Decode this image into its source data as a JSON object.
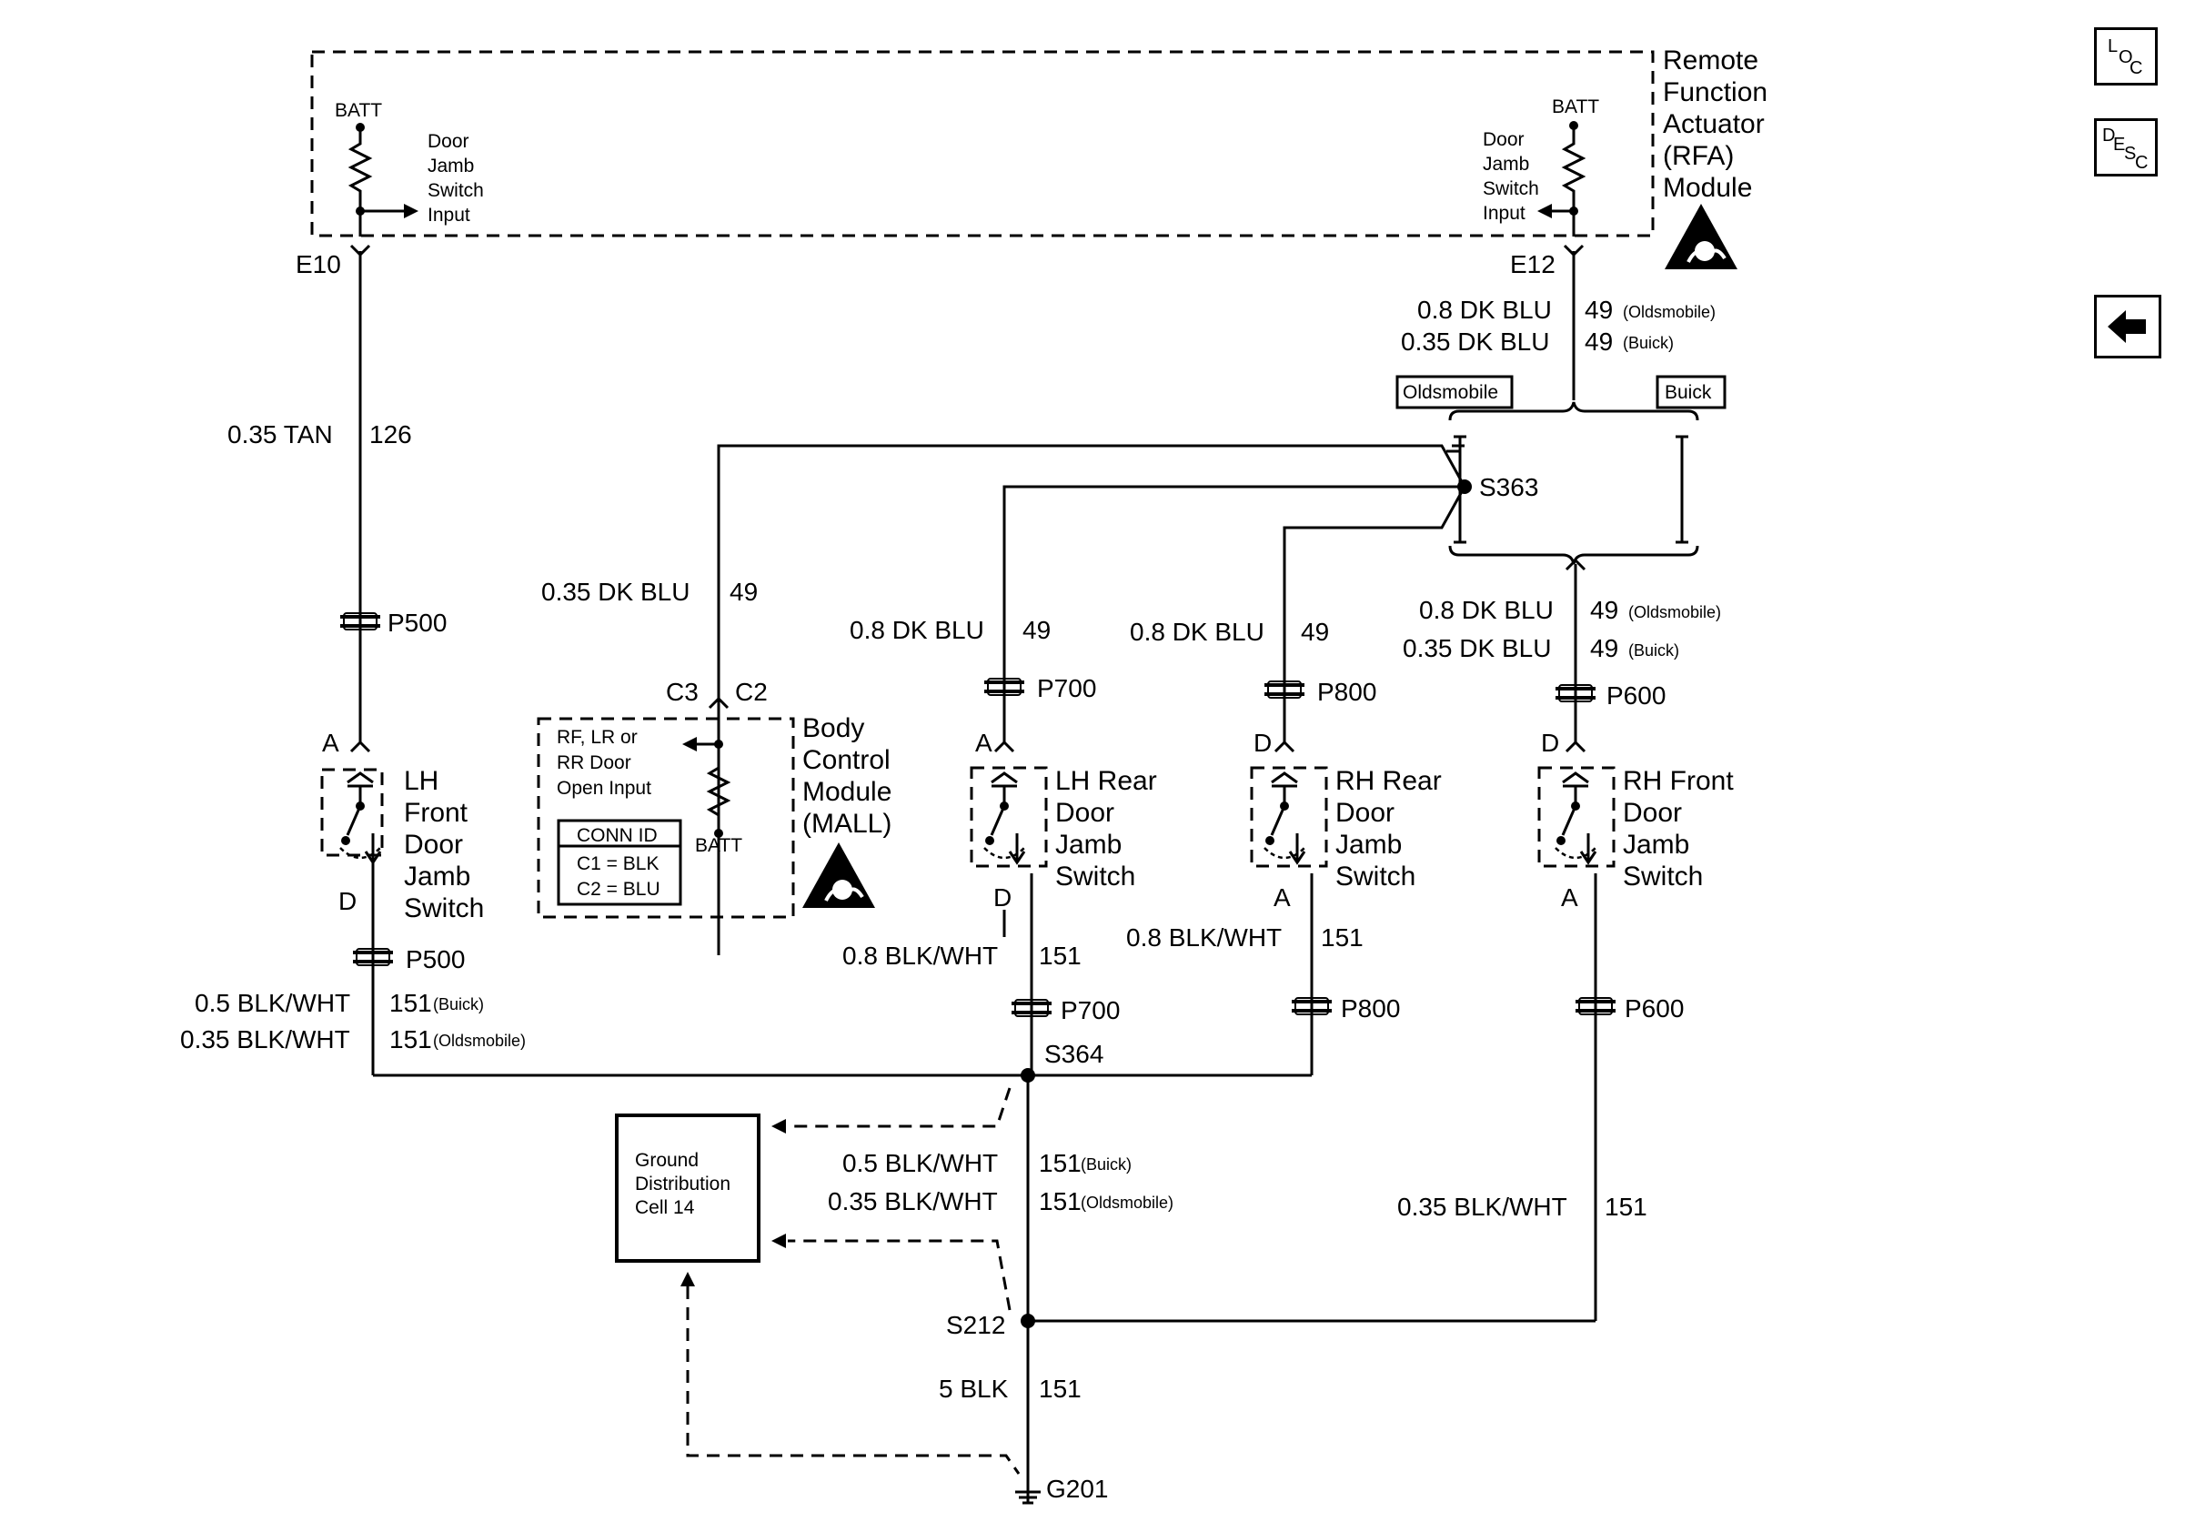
{
  "modules": {
    "rfa": "Remote Function Actuator (RFA) Module",
    "bcm": "Body Control Module (MALL)",
    "ground_cell": "Ground Distribution Cell 14"
  },
  "texts": {
    "batt": "BATT",
    "door_jamb_input": "Door Jamb Switch Input",
    "bcm_input": "RF, LR or RR Door Open Input",
    "conn_id": "CONN ID",
    "c1": "C1 = BLK",
    "c2": "C2 = BLU",
    "c3": "C3",
    "c2_pin": "C2",
    "e10": "E10",
    "e12": "E12",
    "s363": "S363",
    "s364": "S364",
    "s212": "S212",
    "g201": "G201",
    "p500": "P500",
    "p600": "P600",
    "p700": "P700",
    "p800": "P800",
    "pin_a": "A",
    "pin_d": "D",
    "oldsmobile_box": "Oldsmobile",
    "buick_box": "Buick"
  },
  "switches": {
    "lh_front": "LH Front Door Jamb Switch",
    "lh_rear": "LH Rear Door Jamb Switch",
    "rh_rear": "RH Rear Door Jamb Switch",
    "rh_front": "RH Front Door Jamb Switch"
  },
  "wires": {
    "tan": "0.35 TAN",
    "c126": "126",
    "e12_olds": "0.8 DK BLU",
    "e12_buick": "0.35 DK BLU",
    "bcm_wire": "0.35 DK BLU",
    "lh_rear_top": "0.8 DK BLU",
    "rh_rear_top": "0.8 DK BLU",
    "rh_front_olds": "0.8 DK BLU",
    "rh_front_buick": "0.35 DK BLU",
    "lh_front_buick": "0.5 BLK/WHT",
    "lh_front_olds": "0.35 BLK/WHT",
    "lh_rear_bottom": "0.8 BLK/WHT",
    "rh_rear_bottom": "0.8 BLK/WHT",
    "trunk_buick": "0.5 BLK/WHT",
    "trunk_olds": "0.35 BLK/WHT",
    "rh_front_bottom": "0.35 BLK/WHT",
    "ground": "5 BLK",
    "c49": "49",
    "c151": "151",
    "olds_note": "(Oldsmobile)",
    "buick_note": "(Buick)"
  },
  "nav": {
    "loc_l": "L",
    "loc_o": "O",
    "loc_c": "C",
    "desc_d": "D",
    "desc_e": "E",
    "desc_s": "S",
    "desc_c": "C"
  }
}
